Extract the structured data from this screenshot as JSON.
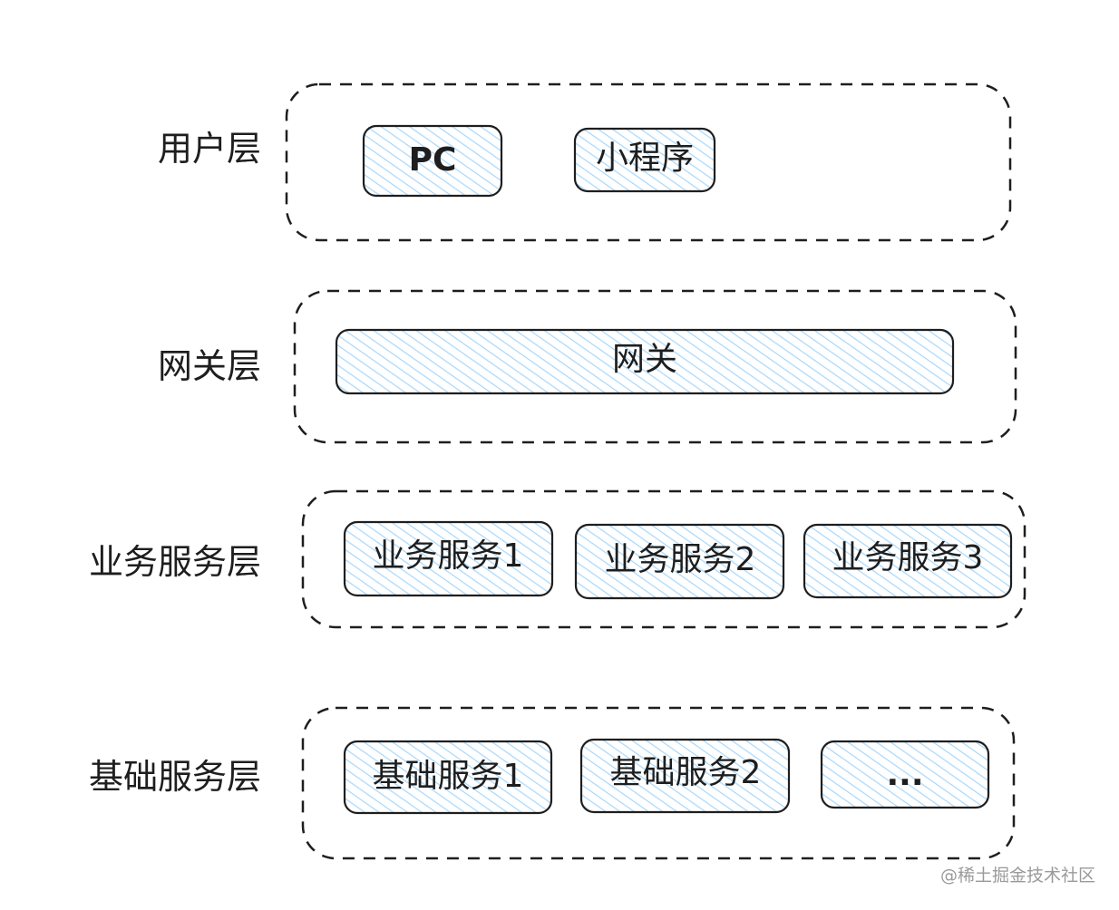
{
  "colors": {
    "stroke": "#1e1e1e",
    "box_fill": "#a5d8ff",
    "background": "#ffffff",
    "watermark": "#9a9a9a"
  },
  "layers": [
    {
      "label": "用户层",
      "nodes": [
        "PC",
        "小程序"
      ]
    },
    {
      "label": "网关层",
      "nodes": [
        "网关"
      ]
    },
    {
      "label": "业务服务层",
      "nodes": [
        "业务服务1",
        "业务服务2",
        "业务服务3"
      ]
    },
    {
      "label": "基础服务层",
      "nodes": [
        "基础服务1",
        "基础服务2",
        "..."
      ]
    }
  ],
  "watermark": "@稀土掘金技术社区"
}
